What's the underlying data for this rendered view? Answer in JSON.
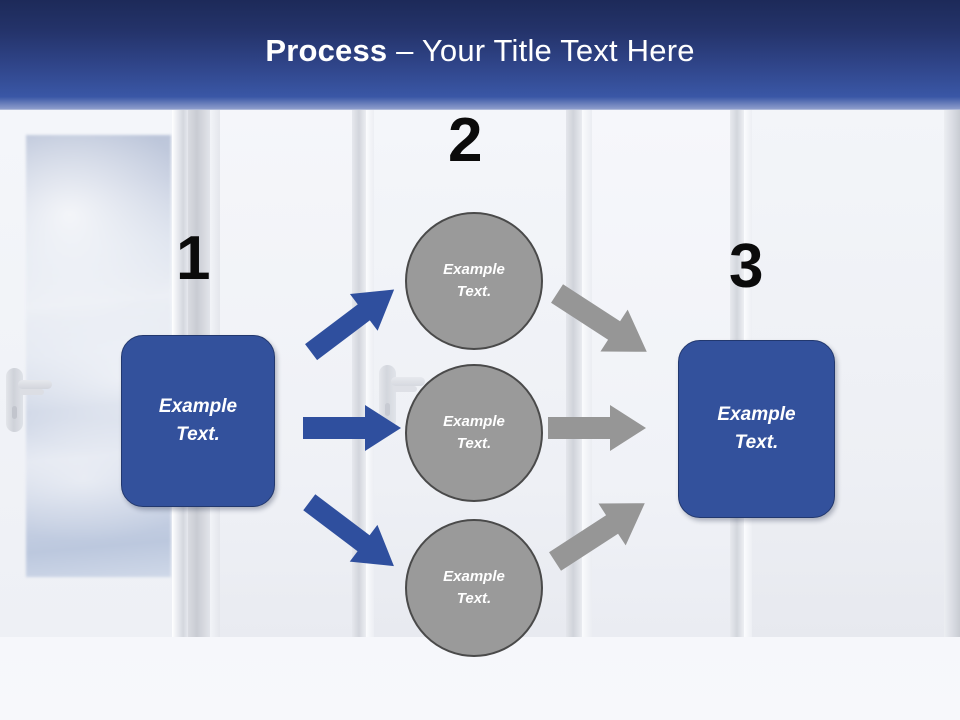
{
  "slide": {
    "title_strong": "Process",
    "title_rest": " – Your Title Text Here",
    "background_description": "frosted-glass-double-doors"
  },
  "theme": {
    "title_bar_top": "#1d2a59",
    "title_bar_bottom": "#3a57a6",
    "accent_blue": "#33519c",
    "arrow_blue": "#2f4f9e",
    "circle_gray": "#9a9a9a",
    "circle_border": "#4a4a4a",
    "arrow_gray": "#969696",
    "number_color": "#0b0b0b",
    "slide_background": "#f6f7fa"
  },
  "diagram": {
    "steps": [
      {
        "number": "1",
        "label_line1": "Example",
        "label_line2": "Text."
      },
      {
        "number": "2",
        "label_line1": "Example",
        "label_line2": "Text."
      },
      {
        "number": "3",
        "label_line1": "Example",
        "label_line2": "Text."
      }
    ],
    "stage1": {
      "number": "1",
      "shape": "rounded-rectangle",
      "fill": "#33519c",
      "label_line1": "Example",
      "label_line2": "Text."
    },
    "stage2": {
      "number": "2",
      "shape": "circle",
      "fill": "#9a9a9a",
      "nodes": [
        {
          "label_line1": "Example",
          "label_line2": "Text."
        },
        {
          "label_line1": "Example",
          "label_line2": "Text."
        },
        {
          "label_line1": "Example",
          "label_line2": "Text."
        }
      ]
    },
    "stage3": {
      "number": "3",
      "shape": "rounded-rectangle",
      "fill": "#33519c",
      "label_line1": "Example",
      "label_line2": "Text."
    },
    "connectors": {
      "incoming": [
        {
          "name": "arrow-up-right",
          "color": "#2f4f9e"
        },
        {
          "name": "arrow-right",
          "color": "#2f4f9e"
        },
        {
          "name": "arrow-down-right",
          "color": "#2f4f9e"
        }
      ],
      "outgoing": [
        {
          "name": "arrow-down-right",
          "color": "#969696"
        },
        {
          "name": "arrow-right",
          "color": "#969696"
        },
        {
          "name": "arrow-up-right",
          "color": "#969696"
        }
      ]
    }
  }
}
